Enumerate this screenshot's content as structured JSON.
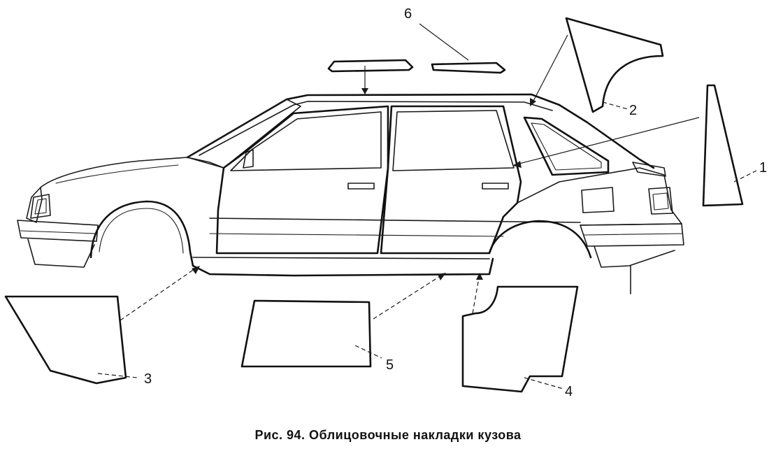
{
  "figure": {
    "caption": "Рис. 94. Облицовочные накладки кузова",
    "callouts": [
      {
        "id": "1",
        "label": "1"
      },
      {
        "id": "2",
        "label": "2"
      },
      {
        "id": "3",
        "label": "3"
      },
      {
        "id": "4",
        "label": "4"
      },
      {
        "id": "5",
        "label": "5"
      },
      {
        "id": "6",
        "label": "6"
      }
    ]
  }
}
